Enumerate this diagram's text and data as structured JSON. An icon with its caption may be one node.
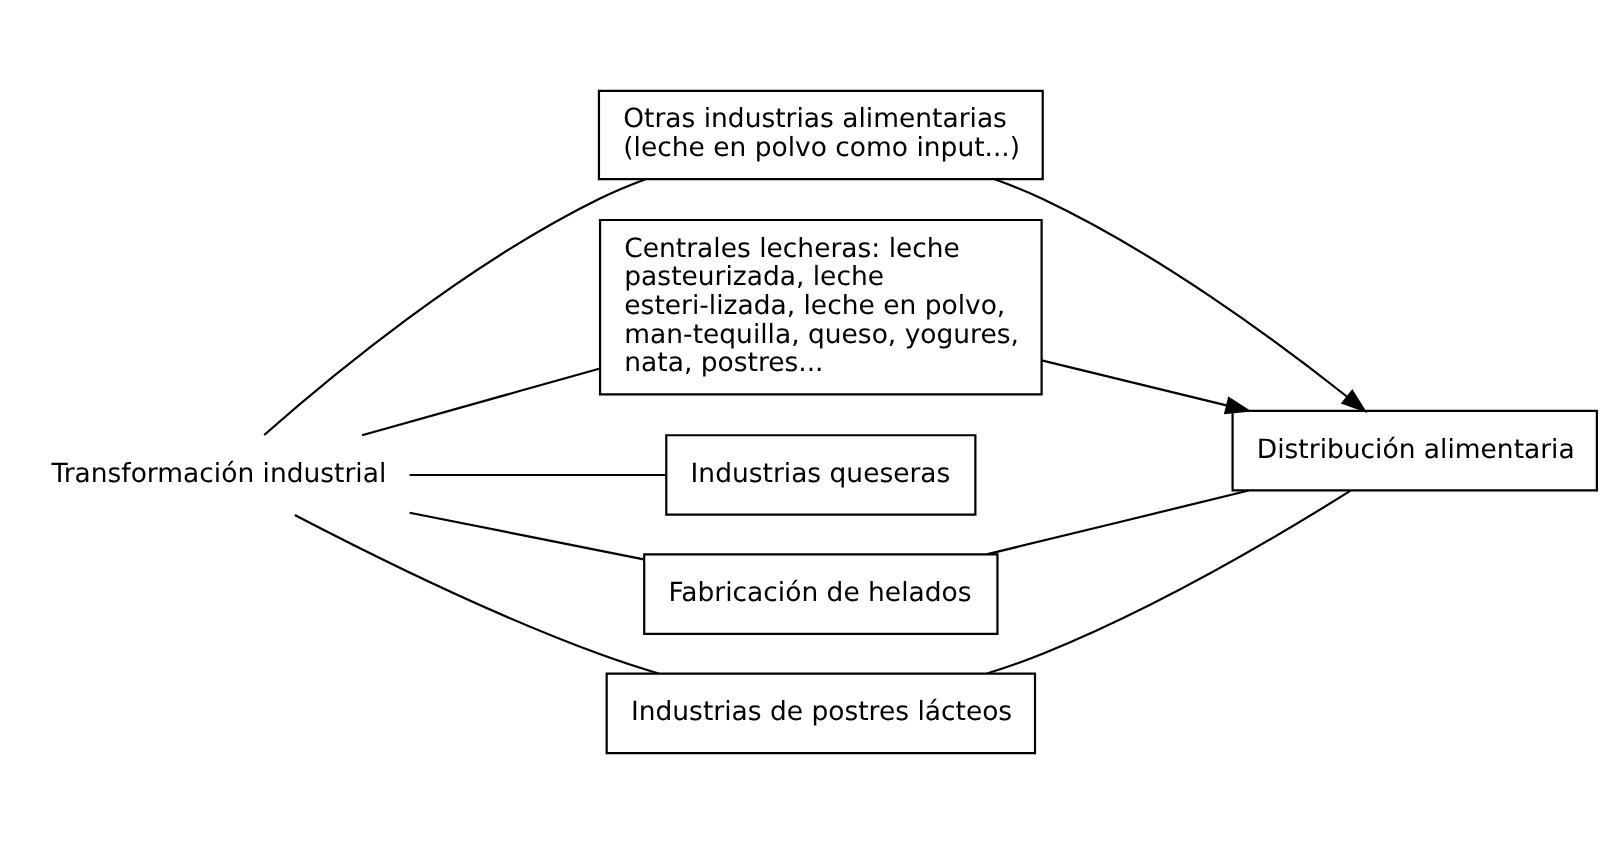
{
  "diagram": {
    "nodes": [
      {
        "text": [
          "Transformación industrial"
        ]
      },
      {
        "text": [
          "Otras industrias alimentarias (leche en polvo como input...)"
        ]
      },
      {
        "text": [
          "Centrales lecheras: leche pasteurizada, leche esteri-lizada, leche en polvo, man-tequilla, queso, yogures, nata, postres..."
        ]
      },
      {
        "text": [
          "Industrias queseras"
        ]
      },
      {
        "text": [
          "Fabricación de helados"
        ]
      },
      {
        "text": [
          "Industrias de postres lácteos"
        ]
      },
      {
        "text": [
          "Distribución alimentaria"
        ]
      }
    ],
    "edges": [
      {
        "from": 0,
        "to": 1,
        "arrow": "none"
      },
      {
        "from": 0,
        "to": 2,
        "arrow": "none"
      },
      {
        "from": 0,
        "to": 3,
        "arrow": "none"
      },
      {
        "from": 0,
        "to": 4,
        "arrow": "none"
      },
      {
        "from": 0,
        "to": 5,
        "arrow": "none"
      },
      {
        "from": 1,
        "to": 6,
        "arrow": "to"
      },
      {
        "from": 2,
        "to": 6,
        "arrow": "to"
      },
      {
        "from": 4,
        "to": 6,
        "arrow": "none"
      },
      {
        "from": 5,
        "to": 6,
        "arrow": "none"
      }
    ]
  }
}
